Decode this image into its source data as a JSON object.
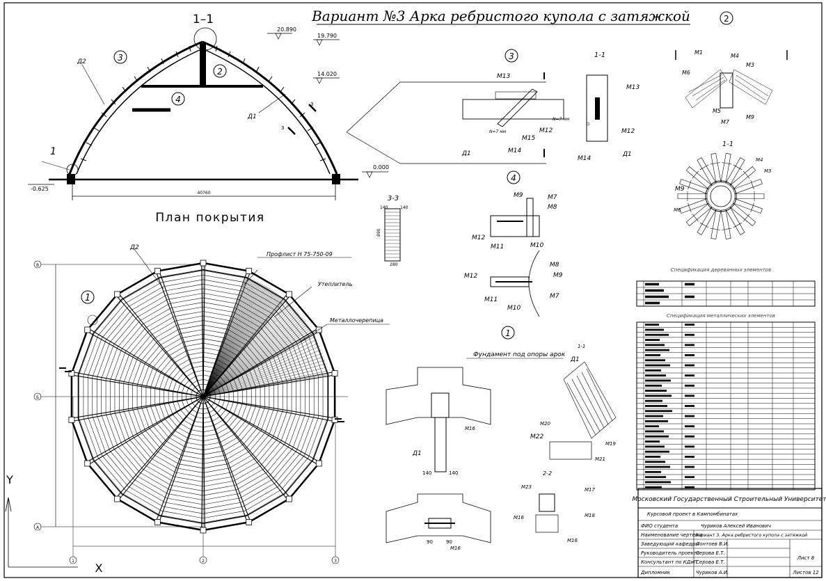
{
  "title": "Вариант №3 Арка ребристого купола с затяжкой",
  "title_circle": "2",
  "section_main": "1–1",
  "elev": {
    "e1": "20.890",
    "e2": "19.790",
    "e3": "14.020",
    "e4": "0.000",
    "e5": "-0.625"
  },
  "span_dim": "40760",
  "elem": {
    "d1": "Д1",
    "d2": "Д2"
  },
  "callouts": {
    "c1": "1",
    "c2": "2",
    "c3": "3",
    "c4": "4",
    "c3b": "3",
    "c4b": "4",
    "c1b": "1",
    "c2b": "2"
  },
  "plan_title": "План покрытия",
  "plan_labels": {
    "proflist": "Профлист Н 75-750-09",
    "insul": "Утеплитель",
    "metal": "Металлочерепица"
  },
  "axes": {
    "a": "А",
    "b": "Б",
    "c": "В",
    "n1": "1",
    "n2": "2",
    "n3": "3"
  },
  "ucs": {
    "x": "X",
    "y": "Y"
  },
  "sec33": {
    "title": "3-3",
    "w1": "140",
    "w2": "140",
    "h": "890",
    "b": "280"
  },
  "detail3": {
    "s11": "1-1",
    "m13": "М13",
    "m13b": "М13",
    "m12": "М12",
    "m12b": "М12",
    "m14": "М14",
    "m14b": "М14",
    "m15": "М15",
    "d1": "Д1",
    "d1b": "Д1",
    "n7a": "N=7 мм",
    "n7b": "N=7 мм"
  },
  "detail2": {
    "m1": "М1",
    "m3": "М3",
    "m4": "М4",
    "m5": "М5",
    "m6": "М6",
    "m7": "М7",
    "m9": "М9",
    "m3b": "М3",
    "m4b": "М4",
    "m6b": "М6",
    "m9b": "М9",
    "s11": "1-1"
  },
  "detail4": {
    "m7": "М7",
    "m8": "М8",
    "m9": "М9",
    "m10": "М10",
    "m11": "М11",
    "m12": "М12",
    "m7b": "М7",
    "m8b": "М8",
    "m9b": "М9",
    "m10b": "М10",
    "m11b": "М11",
    "m12b": "М12"
  },
  "detail1": {
    "title": "Фундамент под опоры арок",
    "s11": "1-1",
    "s22": "2-2",
    "d1": "Д1",
    "d1b": "Д1",
    "m16": "М16",
    "m16b": "М16",
    "m16c": "М16",
    "m16d": "М16",
    "m17": "М17",
    "m18": "М18",
    "m19": "М19",
    "m20": "М20",
    "m21": "М21",
    "m22": "М22",
    "m23": "М23",
    "w140a": "140",
    "w140b": "140",
    "w90a": "90",
    "w90b": "90"
  },
  "spec_wood": "Спецификация деревянных элементов",
  "spec_metal": "Спецификация металлических элементов",
  "stamp": {
    "univ": "Московский Государственный Строительный Университет",
    "course": "Курсовой проект в Кампомбинатах",
    "r1l": "ФИО студента",
    "r1v": "Чуриков Алексей Иванович",
    "r2l": "Наименование чертежа",
    "r2v": "Вариант 3. Арка ребристого купола с затяжкой",
    "r3l": "Заведующий кафедры",
    "r3v": "Лонтоев В.И.",
    "r4l": "Руководитель проекта",
    "r4v": "Серова Е.Т.",
    "r5l": "Консультант по КДиП",
    "r5v": "Серова Е.Т.",
    "r6l": "Дипломник",
    "r6v": "Чуриков А.И.",
    "sheet": "Лист 8",
    "sheets": "Листов 12"
  }
}
